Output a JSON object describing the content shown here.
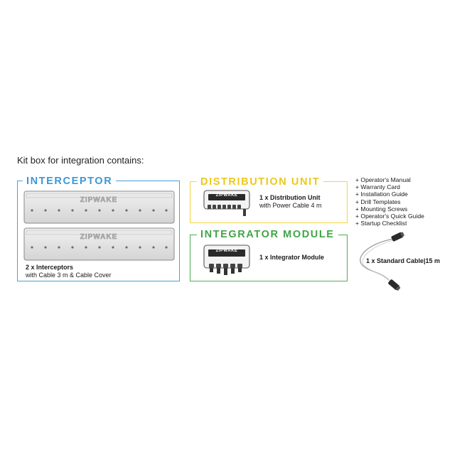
{
  "heading": "Kit box for integration contains:",
  "brand": "ZIPWAKE",
  "interceptor": {
    "title": "INTERCEPTOR",
    "caption_bold": "2 x Interceptors",
    "caption_normal": "with Cable 3 m & Cable Cover"
  },
  "distribution": {
    "title": "DISTRIBUTION UNIT",
    "caption_bold": "1 x Distribution Unit",
    "caption_normal": "with Power Cable 4 m"
  },
  "integrator": {
    "title": "INTEGRATOR MODULE",
    "caption_bold": "1 x Integrator Module"
  },
  "cable": {
    "caption": "1 x Standard Cable|15 m"
  },
  "documents": [
    "+ Operator's Manual",
    "+ Warranty Card",
    "+ Installation Guide",
    "+ Drill Templates",
    "+ Mounting Screws",
    "+ Operator's Quick Guide",
    "+ Startup Checklist"
  ],
  "colors": {
    "interceptor": "#4a9fd8",
    "distribution": "#f2d53c",
    "integrator": "#4caf50"
  }
}
